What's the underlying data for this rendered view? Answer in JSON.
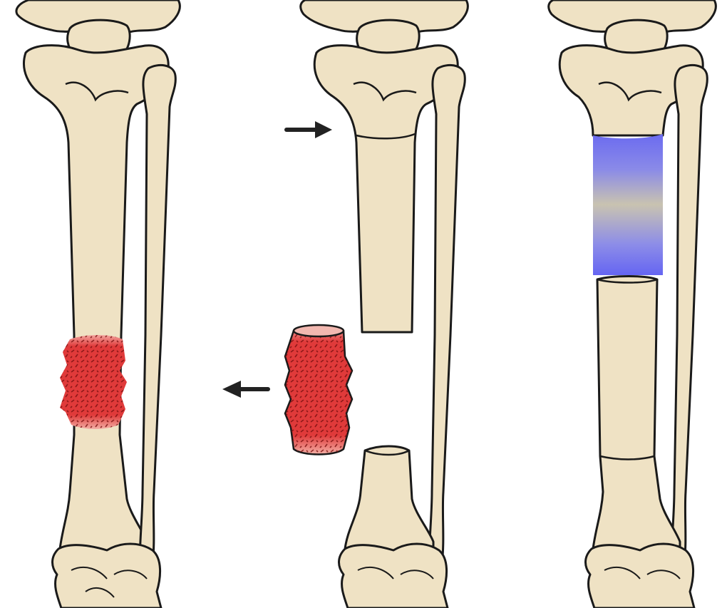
{
  "figure": {
    "panels": [
      {
        "id": "diseased-segment",
        "description_visible_text": ""
      },
      {
        "id": "segment-resected",
        "description_visible_text": ""
      },
      {
        "id": "segment-replaced",
        "description_visible_text": ""
      }
    ],
    "colors": {
      "background": "#ffffff",
      "bone_fill": "#efe2c4",
      "bone_outline": "#1a1a1a",
      "lesion": "#e03a3a",
      "lesion_dark": "#8a1212",
      "graft_blue": "#6f6ff2",
      "graft_mid": "#c9c3b0",
      "arrow": "#222222"
    },
    "icons": {
      "arrow_right": "arrow-right-icon",
      "arrow_left": "arrow-left-icon"
    }
  }
}
